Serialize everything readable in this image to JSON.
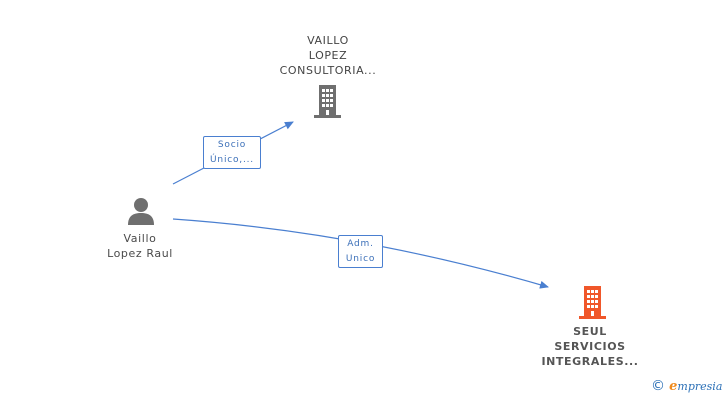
{
  "nodes": {
    "company1": {
      "lines": [
        "VAILLO",
        "LOPEZ",
        "CONSULTORIA..."
      ],
      "icon": "building-icon",
      "color": "#6f6f6f"
    },
    "person": {
      "lines": [
        "Vaillo",
        "Lopez Raul"
      ],
      "icon": "person-icon",
      "color": "#6f6f6f"
    },
    "company2": {
      "lines": [
        "SEUL",
        "SERVICIOS",
        "INTEGRALES..."
      ],
      "icon": "building-icon",
      "color": "#f0572a"
    }
  },
  "edges": [
    {
      "from": "person",
      "to": "company1",
      "label_lines": [
        "Socio",
        "Único,..."
      ]
    },
    {
      "from": "person",
      "to": "company2",
      "label_lines": [
        "Adm.",
        "Unico"
      ]
    }
  ],
  "edge_color": "#4a7fd0",
  "brand": {
    "copyright": "©",
    "e": "e",
    "rest": "mpresia"
  }
}
